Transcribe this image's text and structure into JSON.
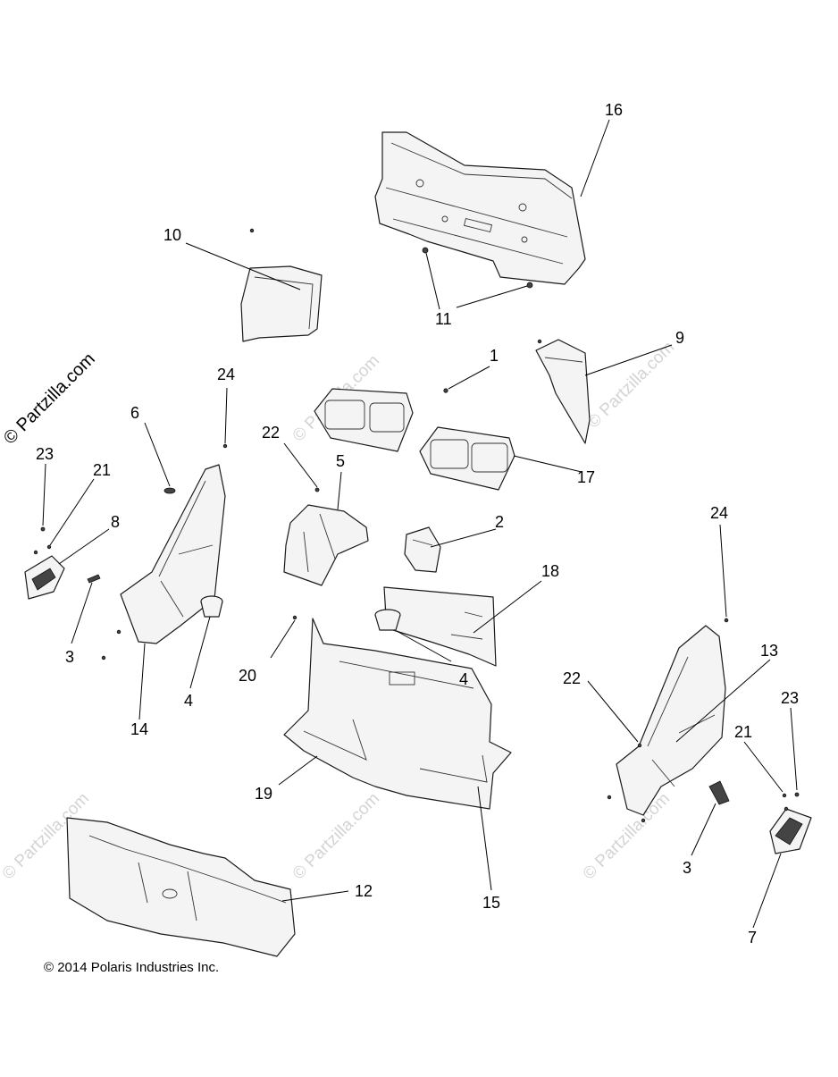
{
  "copyright": "© 2014 Polaris Industries Inc.",
  "watermark_main": "© Partzilla.com",
  "watermark_faint": "© Partzilla.com",
  "callouts": [
    "16",
    "10",
    "11",
    "9",
    "1",
    "24",
    "6",
    "22",
    "5",
    "17",
    "23",
    "21",
    "8",
    "2",
    "3",
    "18",
    "14",
    "4",
    "20",
    "4",
    "22",
    "13",
    "24",
    "23",
    "21",
    "19",
    "15",
    "3",
    "12",
    "7"
  ]
}
